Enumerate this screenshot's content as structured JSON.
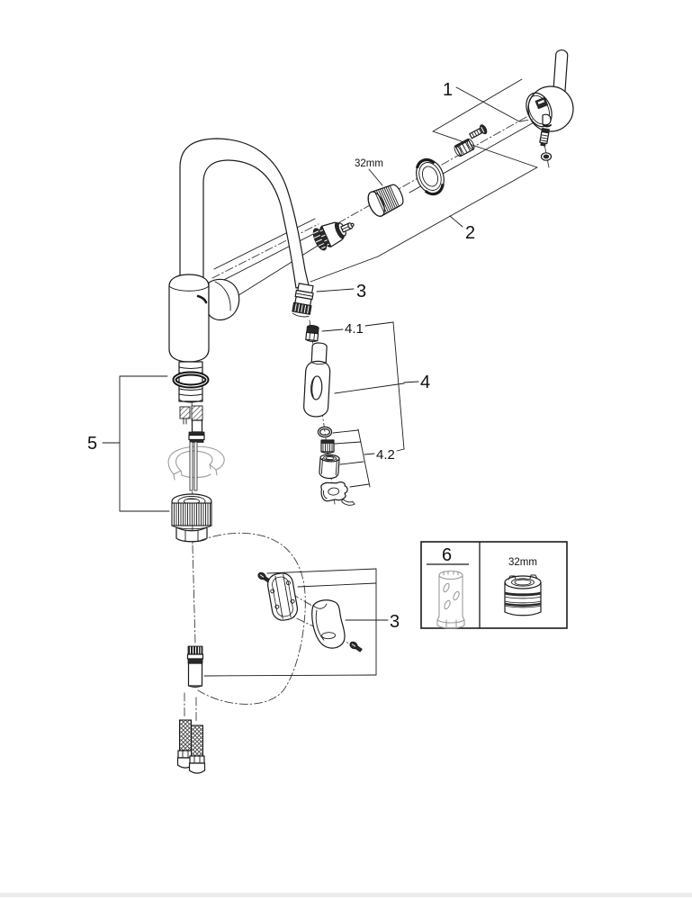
{
  "diagram": {
    "callouts": {
      "handle": "1",
      "cartridge_assembly": "2",
      "cartridge_nut_size": "32mm",
      "spout_hose_connector": "3",
      "spray_head_assembly": "4",
      "spray_head_check_valve": "4.1",
      "spray_head_outlet_parts": "4.2",
      "mounting_hardware": "5",
      "hose_guide_clip": "3"
    },
    "legend_box": {
      "special_tool": "6",
      "wrench_size": "32mm"
    },
    "colors": {
      "line": "#1a1a1a",
      "muted_gray": "#9b9b9b",
      "background": "#ffffff",
      "footer_rule": "#ececec"
    }
  }
}
